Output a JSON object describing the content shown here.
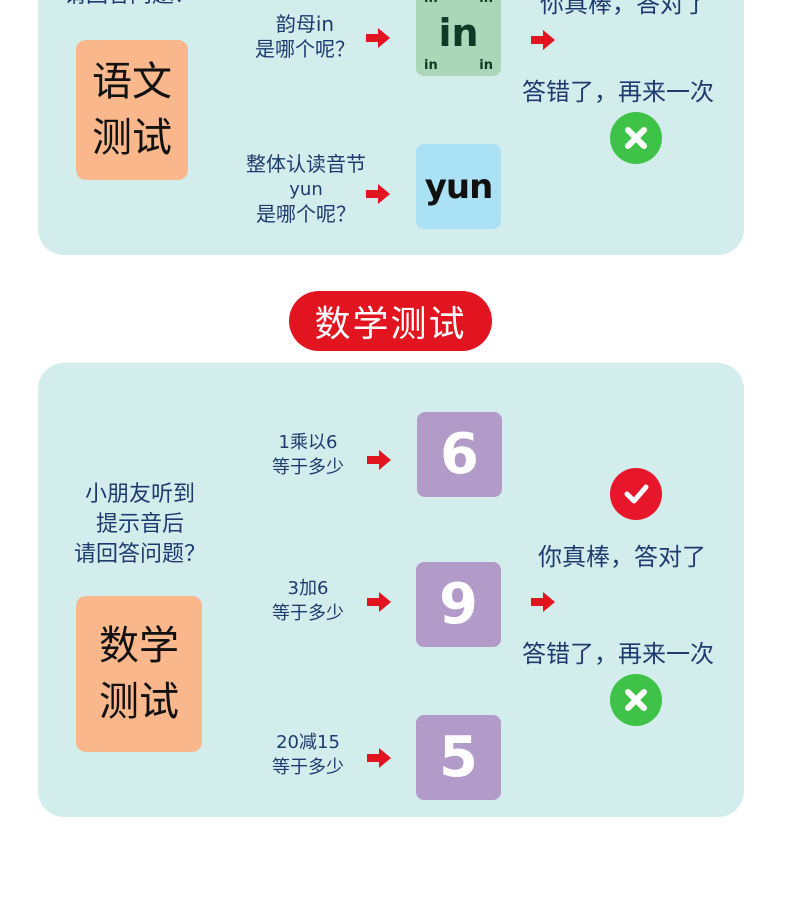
{
  "chinese_test": {
    "intro_partial": "请回答问题？",
    "side_card": [
      "语文",
      "测试"
    ],
    "q_final": [
      "韵母in",
      "是哪个呢？"
    ],
    "tile_final": {
      "main": "in",
      "corner": "in"
    },
    "q_whole": [
      "整体认读音节",
      "yun",
      "是哪个呢？"
    ],
    "tile_whole": "yun",
    "result_partial": "你真棒，答对了",
    "result_wrong": "答错了，再来一次"
  },
  "math_test": {
    "title": "数学测试",
    "intro": [
      "小朋友听到",
      "提示音后",
      "请回答问题？"
    ],
    "side_card": [
      "数学",
      "测试"
    ],
    "questions": [
      {
        "lines": [
          "1乘以6",
          "等于多少"
        ],
        "answer": "6"
      },
      {
        "lines": [
          "3加6",
          "等于多少"
        ],
        "answer": "9"
      },
      {
        "lines": [
          "20减15",
          "等于多少"
        ],
        "answer": "5"
      }
    ],
    "result_right": "你真棒，答对了",
    "result_wrong": "答错了，再来一次"
  },
  "colors": {
    "panel": "#d3ecec",
    "card": "#f9b78b",
    "purple_tile": "#b29bc8",
    "blue_tile": "#abe1f4",
    "green_tile": "#a9d7b7",
    "red": "#e2141f",
    "green": "#3ec248",
    "text": "#1d3b6e"
  },
  "icons": {
    "arrow": "red-arrow-icon",
    "correct": "check-circle-icon",
    "wrong": "x-circle-icon"
  }
}
